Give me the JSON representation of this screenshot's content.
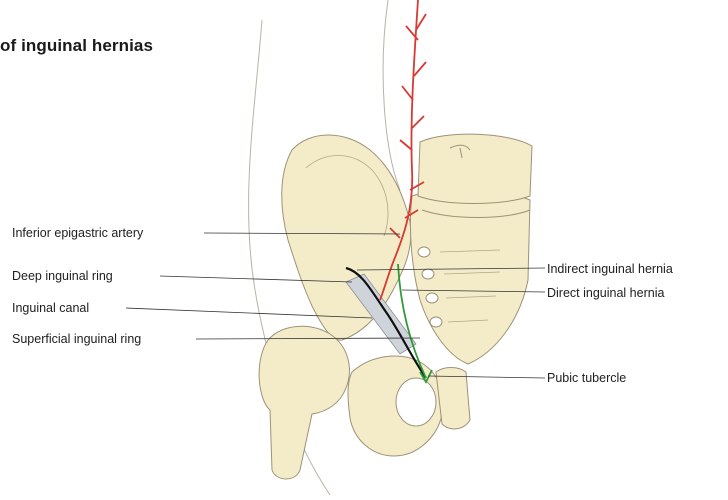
{
  "title": "of inguinal hernias",
  "labels": {
    "inferior_epigastric_artery": "Inferior epigastric artery",
    "deep_inguinal_ring": "Deep inguinal ring",
    "inguinal_canal": "Inguinal canal",
    "superficial_inguinal_ring": "Superficial inguinal ring",
    "indirect_inguinal_hernia": "Indirect inguinal hernia",
    "direct_inguinal_hernia": "Direct inguinal hernia",
    "pubic_tubercle": "Pubic tubercle"
  },
  "colors": {
    "bone": "#f4ecc9",
    "bone_outline": "#9c9278",
    "artery": "#d83a32",
    "indirect_hernia": "#111111",
    "direct_hernia": "#2f9a3a",
    "canal": "#cfd3da",
    "leader_line": "#333333"
  }
}
